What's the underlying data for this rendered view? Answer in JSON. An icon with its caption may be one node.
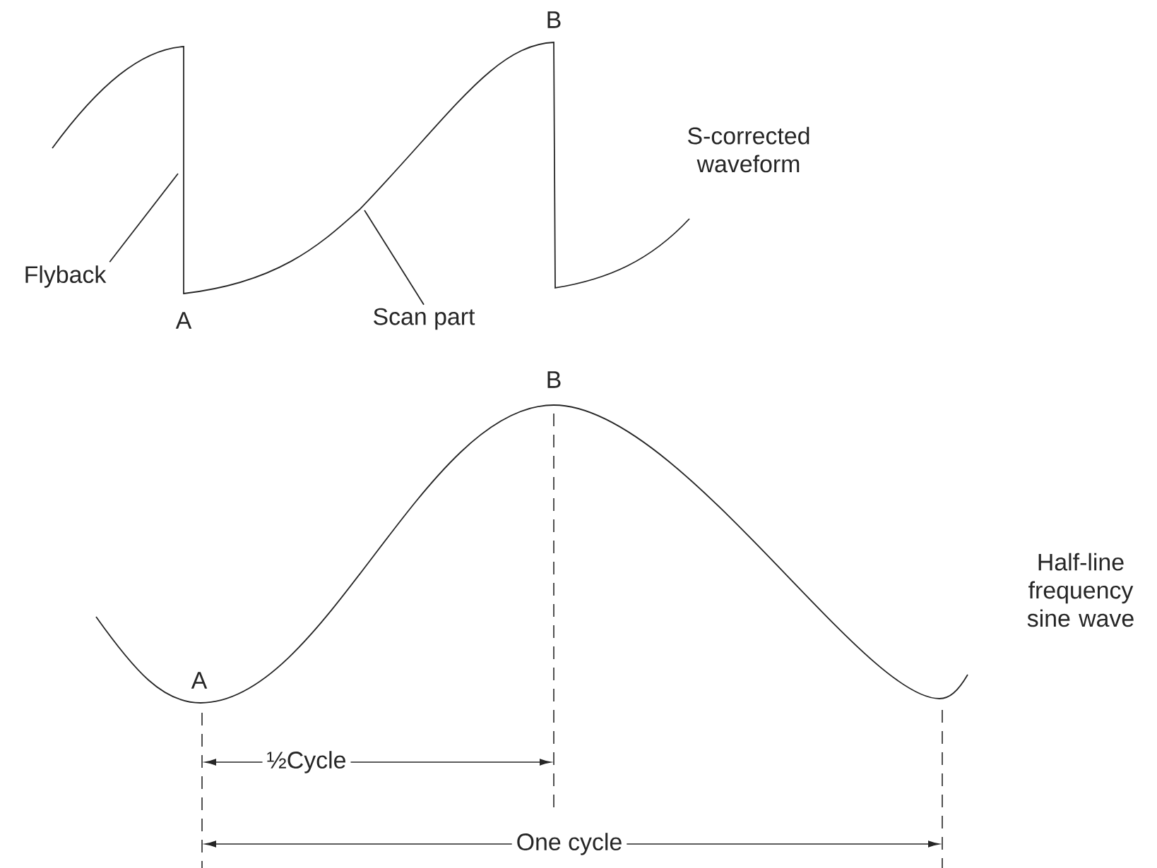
{
  "diagram": {
    "nodes": [
      {
        "text": [
          "Flyback"
        ]
      },
      {
        "text": [
          "Scan part"
        ]
      }
    ],
    "edges": [
      {
        "from": 0,
        "to": null,
        "arrow": "none"
      },
      {
        "from": 1,
        "to": null,
        "arrow": "none"
      }
    ],
    "labels": [
      "B",
      "S-corrected waveform",
      "A",
      "B",
      "Half-line frequency sine wave",
      "A",
      "½Cycle",
      "One cycle"
    ]
  }
}
